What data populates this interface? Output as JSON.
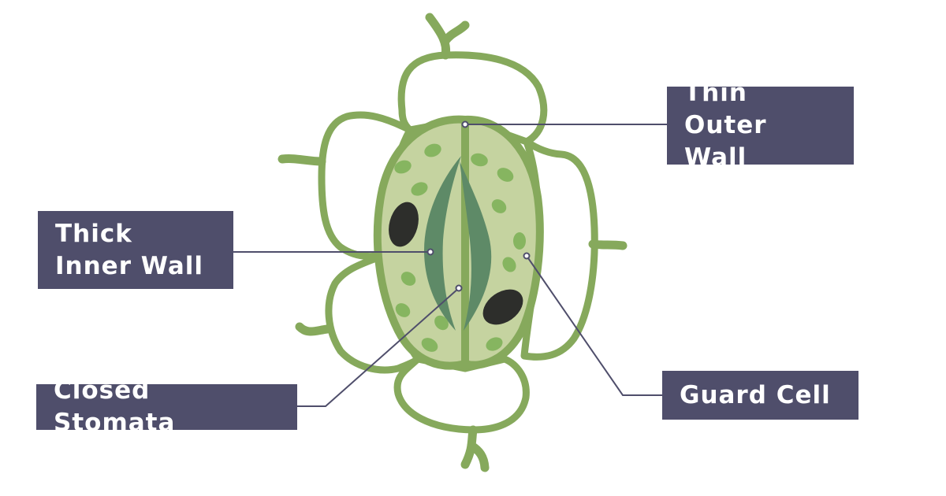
{
  "labels": {
    "thin_outer_wall": "Thin Outer Wall",
    "thick_inner_wall": "Thick Inner Wall",
    "closed_stomata": "Closed Stomata",
    "guard_cell": "Guard Cell"
  },
  "colors": {
    "cell_wall": "#86a95c",
    "guard_cell_fill": "#c5d3a0",
    "thick_wall": "#5e8a67",
    "chloroplast": "#86b560",
    "nucleus": "#2d2e2b",
    "label_box": "#4f4e6b",
    "label_text": "#ffffff",
    "leader_line": "#4f4e6b"
  }
}
